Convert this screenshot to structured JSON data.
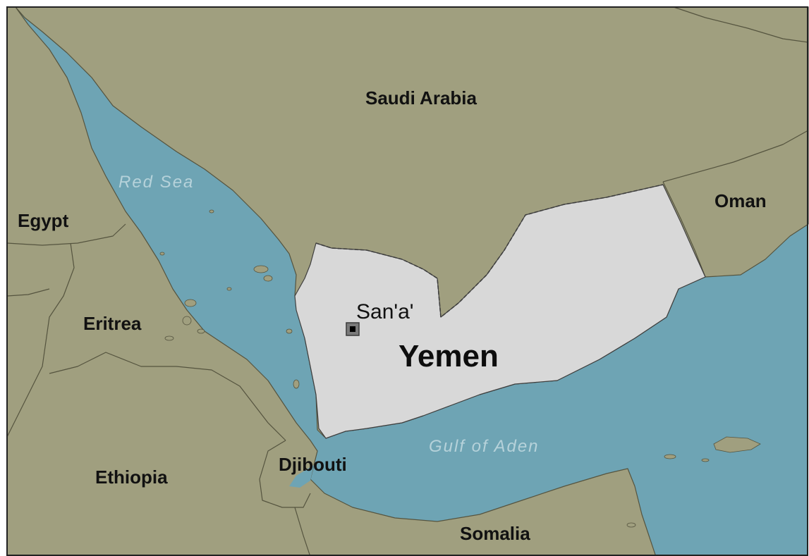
{
  "map": {
    "countries": {
      "saudi_arabia": "Saudi Arabia",
      "oman": "Oman",
      "egypt": "Egypt",
      "eritrea": "Eritrea",
      "ethiopia": "Ethiopia",
      "djibouti": "Djibouti",
      "somalia": "Somalia",
      "yemen": "Yemen"
    },
    "water_bodies": {
      "red_sea": "Red Sea",
      "gulf_of_aden": "Gulf of Aden"
    },
    "capital": {
      "name": "San'a'",
      "icon": "capital-square-icon"
    },
    "colors": {
      "land": "#a09f7f",
      "sea": "#6ea4b4",
      "highlight_country": "#d8d8d8",
      "border": "#55543f",
      "water_label": "#b6d2da"
    }
  }
}
